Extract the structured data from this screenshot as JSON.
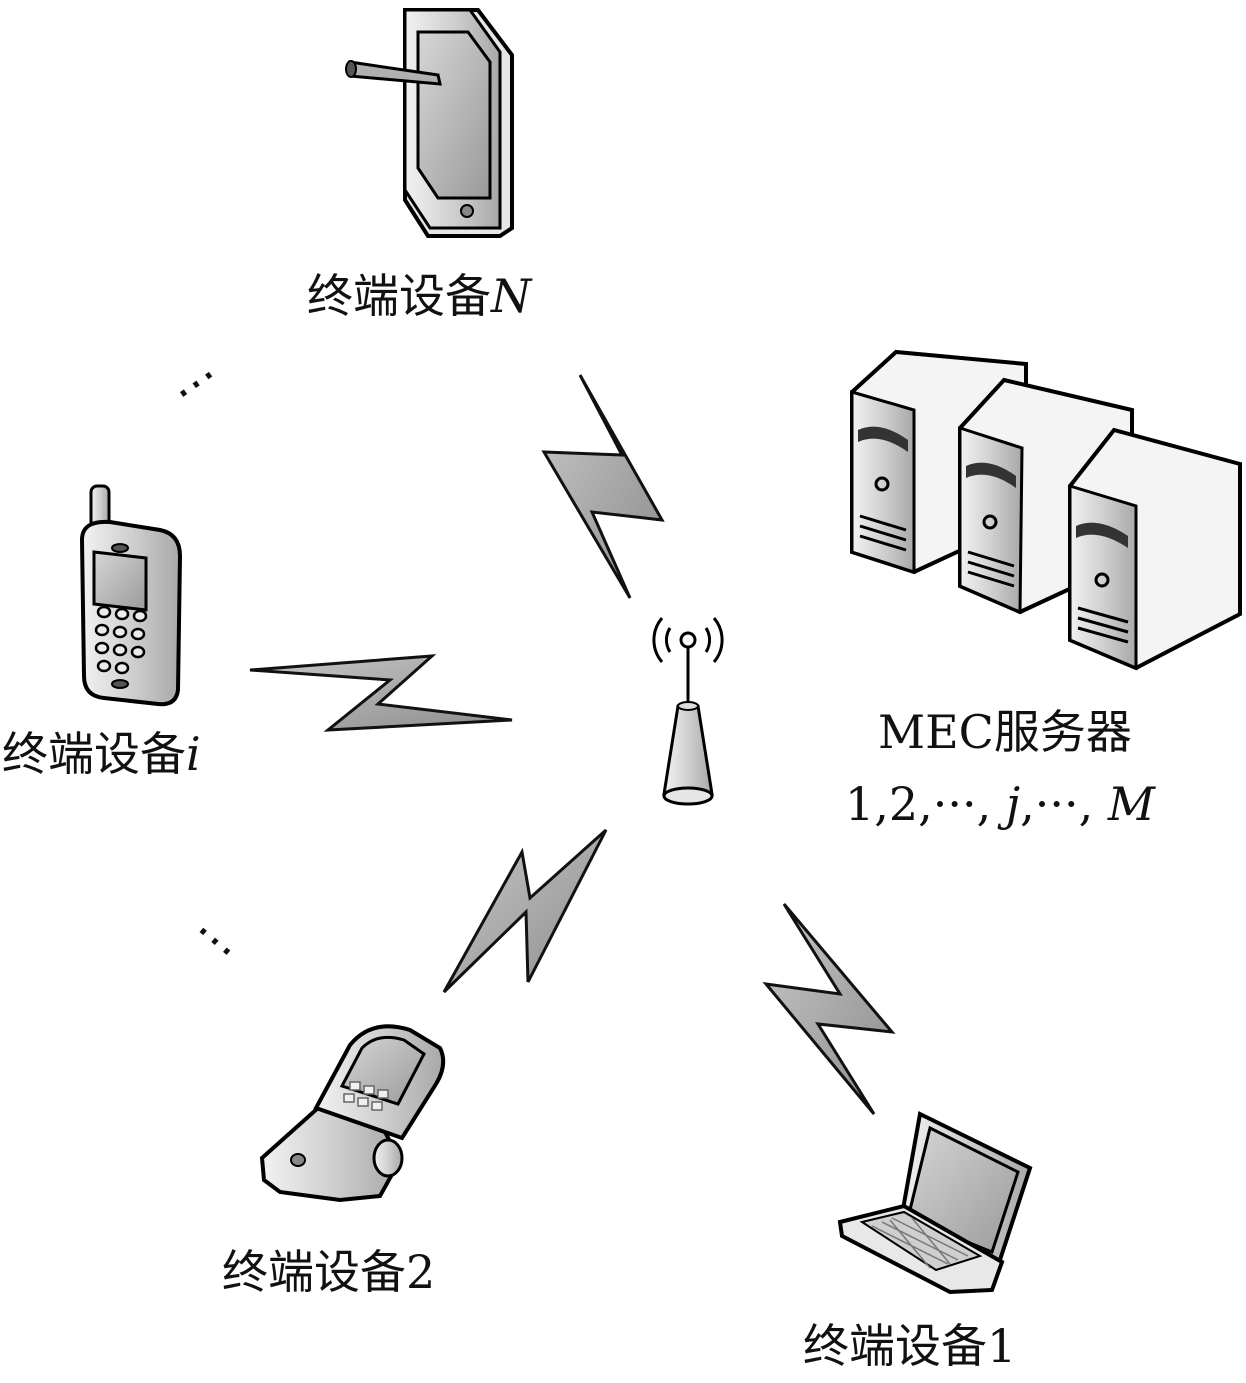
{
  "devices": {
    "device_n": {
      "prefix": "终端设备",
      "index": "N"
    },
    "device_i": {
      "prefix": "终端设备",
      "index": "i"
    },
    "device_2": {
      "prefix": "终端设备",
      "index": "2"
    },
    "device_1": {
      "prefix": "终端设备",
      "index": "1"
    }
  },
  "server": {
    "title": "MEC服务器",
    "range_start": "1,2,",
    "ellipsis": "···",
    "sep": ", ",
    "mid": "j",
    "comma": ",",
    "end": "M"
  },
  "ellipsis": {
    "upper": "⋯",
    "lower": "⋯"
  },
  "colors": {
    "bolt": "#a6a6a6",
    "outline": "#000000",
    "device_fill": "#d9d9d9",
    "screen": "#bfbfbf"
  }
}
